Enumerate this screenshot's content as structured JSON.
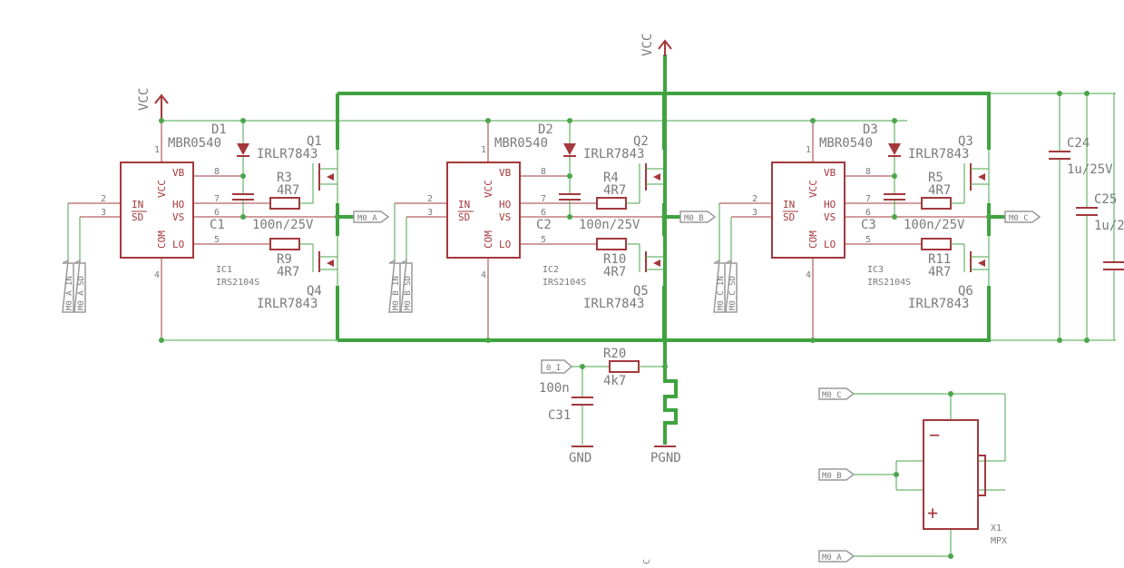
{
  "supplies": {
    "vcc_top": "VCC",
    "vcc_left": "VCC",
    "gnd": "GND",
    "pgnd": "PGND",
    "bottom_mark": "C"
  },
  "drivers": [
    {
      "ic": "IC1",
      "ic_part": "IRS2104S",
      "diode": "D1",
      "diode_part": "MBR0540",
      "cap": "C1",
      "cap_val": "100n/25V",
      "r_hi": "R3",
      "r_hi_val": "4R7",
      "r_lo": "R9",
      "r_lo_val": "4R7",
      "q_hi": "Q1",
      "q_hi_part": "IRLR7843",
      "q_lo": "Q4",
      "q_lo_part": "IRLR7843",
      "out_label": "M0_A",
      "in_label": "M0_A_IN",
      "sd_label": "M0_A_SD"
    },
    {
      "ic": "IC2",
      "ic_part": "IRS2104S",
      "diode": "D2",
      "diode_part": "MBR0540",
      "cap": "C2",
      "cap_val": "100n/25V",
      "r_hi": "R4",
      "r_hi_val": "4R7",
      "r_lo": "R10",
      "r_lo_val": "4R7",
      "q_hi": "Q2",
      "q_hi_part": "IRLR7843",
      "q_lo": "Q5",
      "q_lo_part": "IRLR7843",
      "out_label": "M0_B",
      "in_label": "M0_B_IN",
      "sd_label": "M0_B_SD"
    },
    {
      "ic": "IC3",
      "ic_part": "IRS2104S",
      "diode": "D3",
      "diode_part": "MBR0540",
      "cap": "C3",
      "cap_val": "100n/25V",
      "r_hi": "R5",
      "r_hi_val": "4R7",
      "r_lo": "R11",
      "r_lo_val": "4R7",
      "q_hi": "Q3",
      "q_hi_part": "IRLR7843",
      "q_lo": "Q6",
      "q_lo_part": "IRLR7843",
      "out_label": "M0_C",
      "in_label": "M0_C_IN",
      "sd_label": "M0_C_SD"
    }
  ],
  "ic_pins": {
    "vb": "VB",
    "ho": "HO",
    "vs": "VS",
    "lo": "LO",
    "in": "IN",
    "sd": "SD",
    "vcc": "VCC",
    "com": "COM",
    "n_vcc": "1",
    "n_in": "2",
    "n_sd": "3",
    "n_com": "4",
    "n_lo": "5",
    "n_vs": "6",
    "n_ho": "7",
    "n_vb": "8"
  },
  "bulk_caps": [
    {
      "name": "C24",
      "value": "1u/25V"
    },
    {
      "name": "C25",
      "value": "1u/2"
    }
  ],
  "sense": {
    "net": "0_I",
    "r_name": "R20",
    "r_val": "4k7",
    "c_val": "100n",
    "c_name": "C31"
  },
  "motor": {
    "name": "X1",
    "part": "MPX",
    "labels": [
      "M0_C",
      "M0_B",
      "M0_A"
    ],
    "minus": "−",
    "plus": "+"
  }
}
